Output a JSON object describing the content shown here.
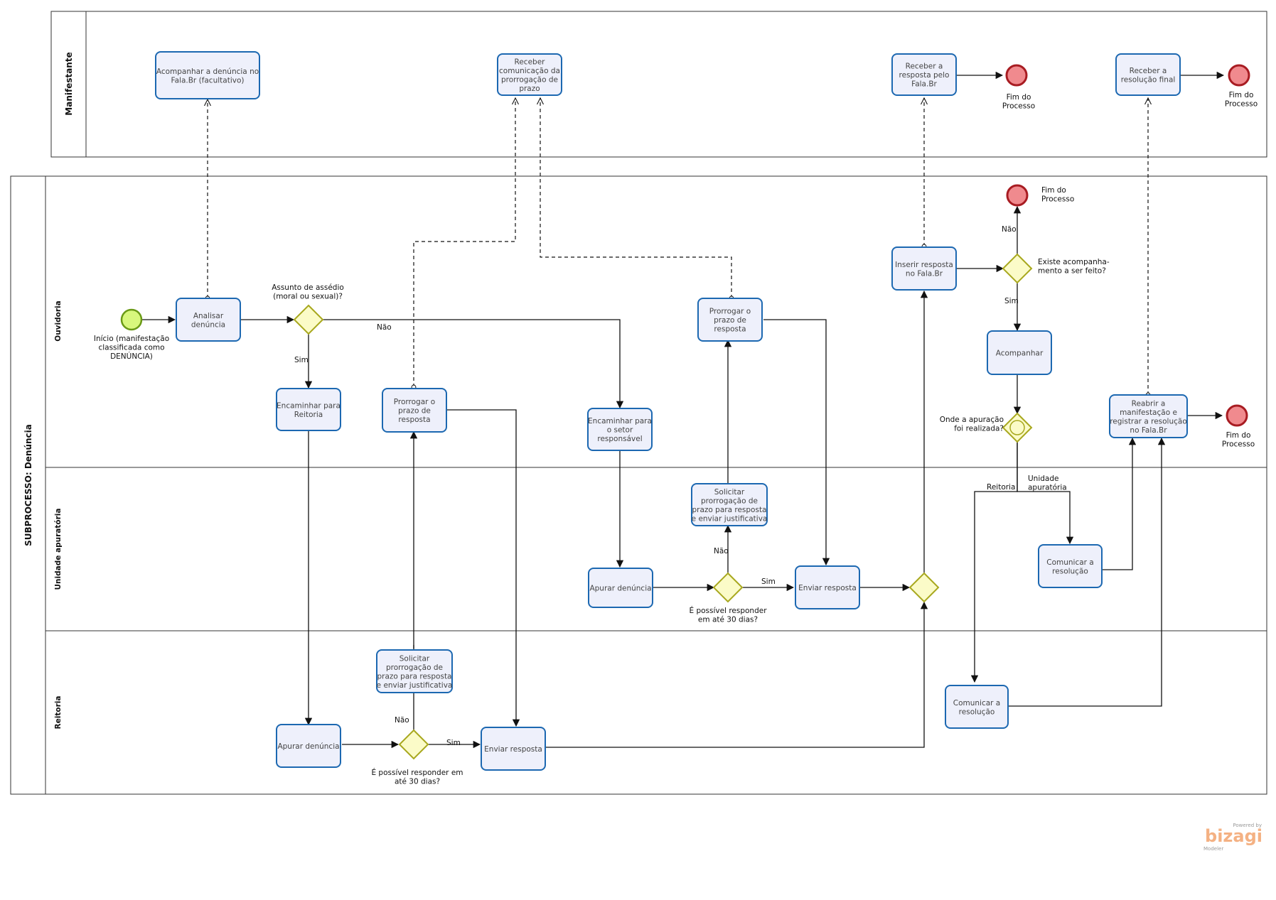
{
  "pools": {
    "manifestante": "Manifestante",
    "subprocesso": "SUBPROCESSO: Denúncia"
  },
  "lanes": {
    "ouvidoria": "Ouvidoria",
    "unidade": "Unidade apuratória",
    "reitoria": "Reitoria"
  },
  "tasks": {
    "acompanhar_denuncia": [
      "Acompanhar a denúncia no",
      "Fala.Br (facultativo)"
    ],
    "receber_comunicacao": [
      "Receber",
      "comunicação da",
      "prorrogação de",
      "prazo"
    ],
    "receber_resposta": [
      "Receber a",
      "resposta pelo",
      "Fala.Br"
    ],
    "receber_resolucao": [
      "Receber a",
      "resolução final"
    ],
    "analisar": [
      "Analisar",
      "denúncia"
    ],
    "encaminhar_reitoria": [
      "Encaminhar para",
      "Reitoria"
    ],
    "prorrogar_1": [
      "Prorrogar o",
      "prazo de",
      "resposta"
    ],
    "encaminhar_setor": [
      "Encaminhar para",
      "o setor",
      "responsável"
    ],
    "prorrogar_2": [
      "Prorrogar o",
      "prazo de",
      "resposta"
    ],
    "inserir_resposta": [
      "Inserir resposta",
      "no Fala.Br"
    ],
    "acompanhar": [
      "Acompanhar"
    ],
    "reabrir": [
      "Reabrir a",
      "manifestação e",
      "registrar a resolução",
      "no Fala.Br"
    ],
    "solicitar_un": [
      "Solicitar",
      "prorrogação de",
      "prazo para resposta",
      "e enviar justificativa"
    ],
    "apurar_un": [
      "Apurar denúncia"
    ],
    "enviar_un": [
      "Enviar resposta"
    ],
    "comunicar_un": [
      "Comunicar a",
      "resolução"
    ],
    "solicitar_re": [
      "Solicitar",
      "prorrogação de",
      "prazo para resposta",
      "e enviar justificativa"
    ],
    "apurar_re": [
      "Apurar denúncia"
    ],
    "enviar_re": [
      "Enviar resposta"
    ],
    "comunicar_re": [
      "Comunicar a",
      "resolução"
    ]
  },
  "labels": {
    "inicio": [
      "Início (manifestação",
      "classificada como",
      "DENÚNCIA)"
    ],
    "fim_processo": [
      "Fim do",
      "Processo"
    ],
    "gw_assedio": [
      "Assunto de assédio",
      "(moral ou sexual)?"
    ],
    "gw_30dias_un": [
      "É possível responder",
      "em até 30 dias?"
    ],
    "gw_30dias_re": [
      "É possível responder em",
      "até 30 dias?"
    ],
    "gw_acompanhamento": [
      "Existe acompanha-",
      "mento a ser feito?"
    ],
    "gw_onde": [
      "Onde a apuração",
      "foi realizada?"
    ],
    "sim": "Sim",
    "nao": "Não",
    "reitoria": "Reitoria",
    "unidade_apuratoria": [
      "Unidade",
      "apuratória"
    ]
  },
  "branding": {
    "powered": "Powered by",
    "logo": "bizagi",
    "product": "Modeler"
  }
}
